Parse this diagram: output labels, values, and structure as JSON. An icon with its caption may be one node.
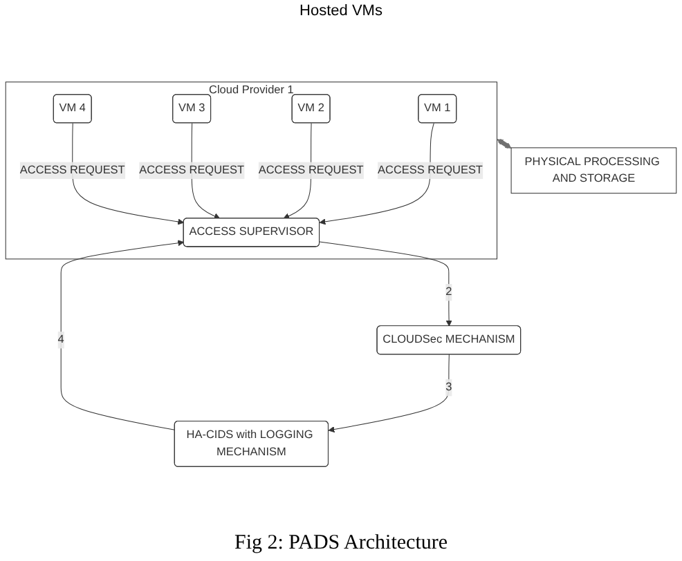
{
  "diagram": {
    "caption": "Fig 2: PADS Architecture",
    "nodes": [
      {
        "text": [
          "Cloud Provider 1"
        ]
      },
      {
        "text": [
          "VM 1"
        ],
        "in": 0
      },
      {
        "text": [
          "VM 2"
        ],
        "in": 0
      },
      {
        "text": [
          "VM 3"
        ],
        "in": 0
      },
      {
        "text": [
          "VM 4"
        ],
        "in": 0
      },
      {
        "text": [
          "ACCESS SUPERVISOR"
        ],
        "in": 0
      },
      {
        "text": [
          "CLOUDSec MECHANISM"
        ]
      },
      {
        "text": [
          "HA-CIDS with LOGGING MECHANISM"
        ]
      },
      {
        "text": [
          "PHYSICAL PROCESSING AND STORAGE"
        ]
      }
    ],
    "edges": [
      {
        "from": 1,
        "to": 5,
        "arrow": "to",
        "label": "ACCESS REQUEST"
      },
      {
        "from": 2,
        "to": 5,
        "arrow": "to",
        "label": "ACCESS REQUEST"
      },
      {
        "from": 3,
        "to": 5,
        "arrow": "to",
        "label": "ACCESS REQUEST"
      },
      {
        "from": 4,
        "to": 5,
        "arrow": "to",
        "label": "ACCESS REQUEST"
      },
      {
        "from": 5,
        "to": 6,
        "arrow": "to",
        "label": "2"
      },
      {
        "from": 6,
        "to": 7,
        "arrow": "to",
        "label": "3"
      },
      {
        "from": 7,
        "to": 5,
        "arrow": "to",
        "label": "4"
      },
      {
        "from": 0,
        "to": 8,
        "arrow": "both",
        "style": "thick",
        "color": "#707070"
      }
    ],
    "labels": [
      "Hosted VMs"
    ]
  }
}
